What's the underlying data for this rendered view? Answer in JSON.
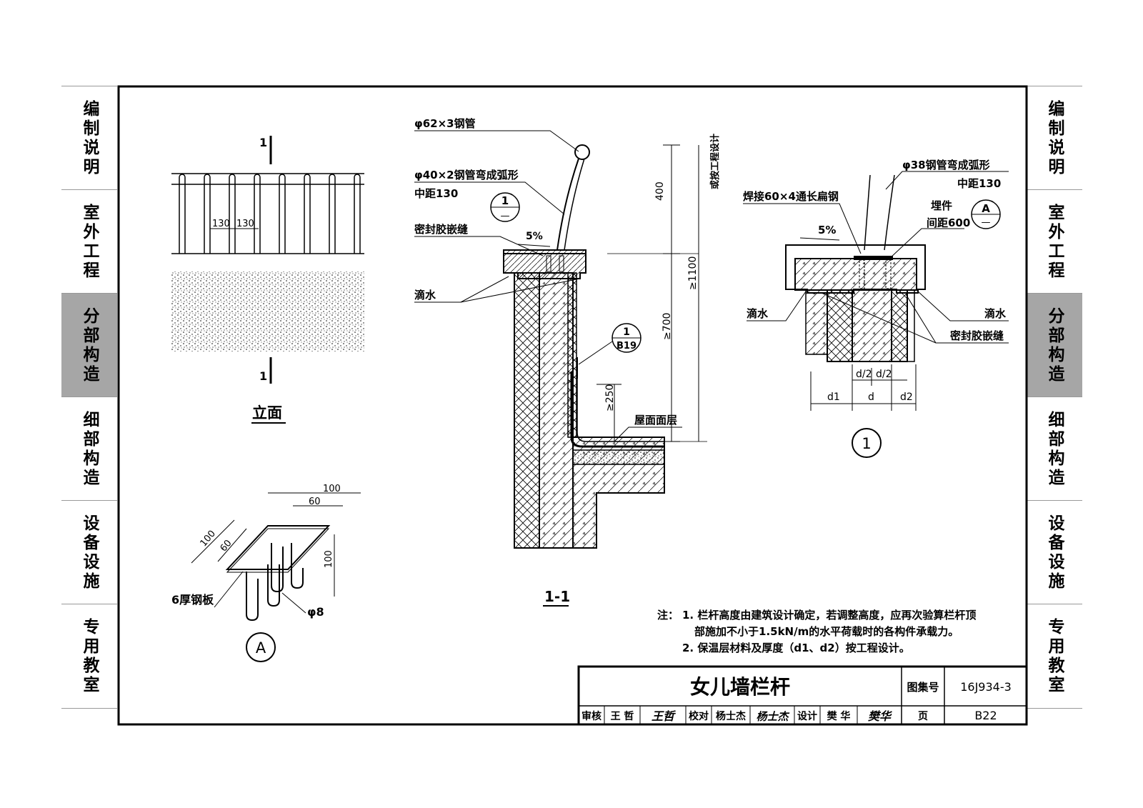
{
  "side_tabs": [
    {
      "label": "编制说明",
      "active": false
    },
    {
      "label": "室外工程",
      "active": false
    },
    {
      "label": "分部构造",
      "active": true
    },
    {
      "label": "细部构造",
      "active": false
    },
    {
      "label": "设备设施",
      "active": false
    },
    {
      "label": "专用教室",
      "active": false
    }
  ],
  "elevation": {
    "section_mark_top": "1",
    "section_mark_bottom": "1",
    "dim_left": "130",
    "dim_right": "130",
    "title": "立面"
  },
  "detail_a": {
    "dim_top_outer": "100",
    "dim_top_inner": "60",
    "dim_left_outer": "100",
    "dim_left_inner": "60",
    "dim_height": "100",
    "plate_label": "6厚钢板",
    "rebar_label": "φ8",
    "mark": "A"
  },
  "section": {
    "pipe_top": "φ62×3钢管",
    "pipe_arc": "φ40×2钢管弯成弧形",
    "spacing": "中距130",
    "sealant": "密封胶嵌缝",
    "slope": "5%",
    "drip": "滴水",
    "callout_1_num": "1",
    "callout_1_ref": "—",
    "callout_b19_num": "1",
    "callout_b19_ref": "B19",
    "dim_400": "400",
    "dim_400_note": "或按工程设计",
    "dim_1100": "≥1100",
    "dim_700": "≥700",
    "dim_250": "≥250",
    "roof_layer": "屋面面层",
    "title": "1-1"
  },
  "detail_1": {
    "pipe": "φ38钢管弯成弧形",
    "spacing": "中距130",
    "flat_steel": "焊接60×4通长扁钢",
    "embed": "埋件",
    "embed_spacing": "间距600",
    "callout_a_num": "A",
    "callout_a_ref": "—",
    "slope": "5%",
    "drip_left": "滴水",
    "drip_right": "滴水",
    "sealant": "密封胶嵌缝",
    "dim_half_1": "d/2",
    "dim_half_2": "d/2",
    "dim_d1": "d1",
    "dim_d": "d",
    "dim_d2": "d2",
    "mark": "1"
  },
  "notes": {
    "prefix": "注：",
    "n1_line1": "1. 栏杆高度由建筑设计确定，若调整高度，应再次验算栏杆顶",
    "n1_line2": "部施加不小于1.5kN/m的水平荷载时的各构件承载力。",
    "n2": "2. 保温层材料及厚度（d1、d2）按工程设计。"
  },
  "title_block": {
    "drawing_title": "女儿墙栏杆",
    "atlas_label": "图集号",
    "atlas_no": "16J934-3",
    "review_label": "审核",
    "reviewer": "王 哲",
    "reviewer_sig": "王哲",
    "check_label": "校对",
    "checker": "杨士杰",
    "checker_sig": "杨士杰",
    "design_label": "设计",
    "designer": "樊 华",
    "designer_sig": "樊华",
    "page_label": "页",
    "page_no": "B22"
  }
}
